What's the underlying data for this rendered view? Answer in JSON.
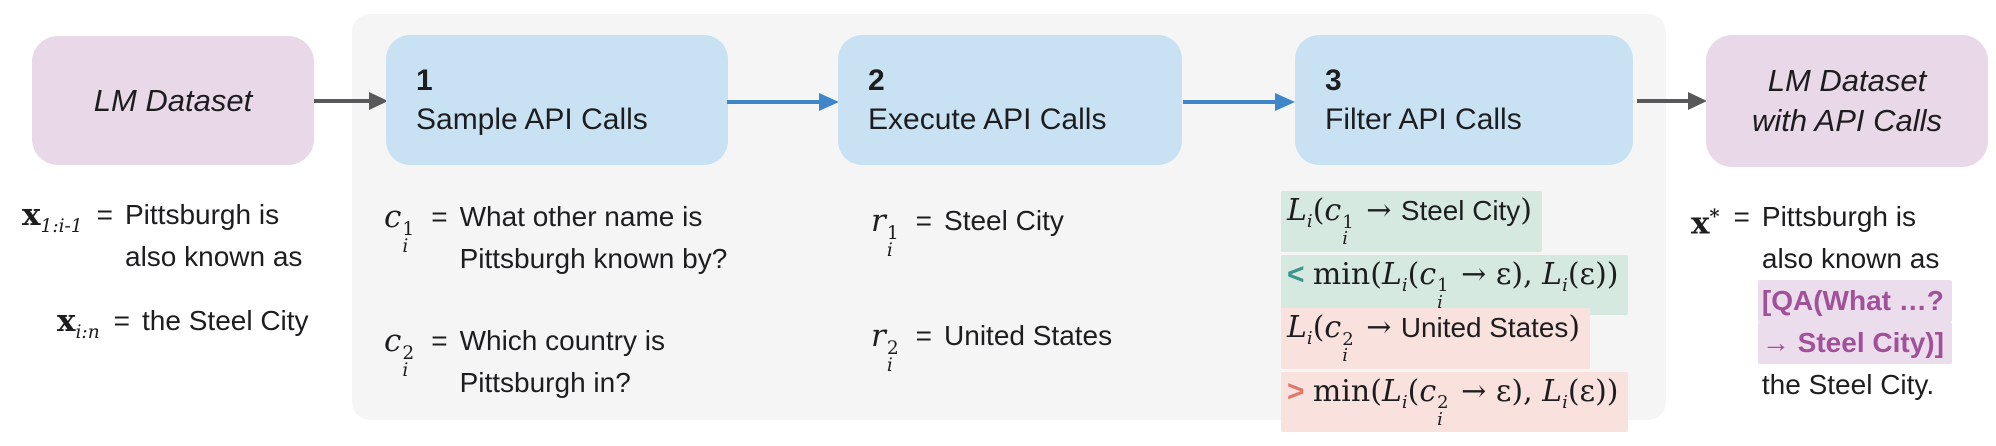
{
  "colors": {
    "pink_box": "#e8d8e8",
    "blue_box": "#c9e2f3",
    "panel": "#f5f5f6",
    "arrow_blue": "#3e86c8",
    "arrow_gray": "#58585a",
    "keep_bg": "#d5e9e1",
    "keep_cmp": "#3c948d",
    "discard_bg": "#f9e2de",
    "discard_cmp": "#e0776b",
    "api_call_bg": "#ecddec",
    "api_call_text": "#a0519a"
  },
  "symbols": {
    "eq": "="
  },
  "pipeline": {
    "input": {
      "label": "LM Dataset"
    },
    "output": {
      "line1": "LM Dataset",
      "line2": "with API Calls"
    },
    "steps": [
      {
        "number": "1",
        "label": "Sample API Calls"
      },
      {
        "number": "2",
        "label": "Execute API Calls"
      },
      {
        "number": "3",
        "label": "Filter API Calls"
      }
    ]
  },
  "annotations": {
    "input_text": {
      "row1": {
        "formula": [
          [
            "bx",
            "x"
          ],
          [
            "sub",
            "1:i-1"
          ]
        ],
        "line1": "Pittsburgh is",
        "line2": "also known as"
      },
      "row2": {
        "formula": [
          [
            "bx",
            "x"
          ],
          [
            "sub",
            "i:n"
          ]
        ],
        "line1": "the Steel City"
      }
    },
    "sample": {
      "row1": {
        "formula": [
          [
            "v",
            "c"
          ],
          [
            "ss",
            "i",
            "1"
          ]
        ],
        "line1": "What other name is",
        "line2": "Pittsburgh known by?"
      },
      "row2": {
        "formula": [
          [
            "v",
            "c"
          ],
          [
            "ss",
            "i",
            "2"
          ]
        ],
        "line1": "Which country is",
        "line2": "Pittsburgh in?"
      }
    },
    "execute": {
      "row1": {
        "formula": [
          [
            "v",
            "r"
          ],
          [
            "ss",
            "i",
            "1"
          ]
        ],
        "line1": "Steel City"
      },
      "row2": {
        "formula": [
          [
            "v",
            "r"
          ],
          [
            "ss",
            "i",
            "2"
          ]
        ],
        "line1": "United States"
      }
    },
    "filter": {
      "keep": {
        "line1": [
          [
            "v",
            "L"
          ],
          [
            "sub",
            "i"
          ],
          [
            "m",
            "("
          ],
          [
            "v",
            "c"
          ],
          [
            "ss",
            "i",
            "1"
          ],
          [
            "m",
            " → "
          ],
          [
            "t",
            "Steel City"
          ],
          [
            "m",
            ")"
          ]
        ],
        "line2": [
          [
            "lt",
            "< "
          ],
          [
            "m",
            "min("
          ],
          [
            "v",
            "L"
          ],
          [
            "sub",
            "i"
          ],
          [
            "m",
            "("
          ],
          [
            "v",
            "c"
          ],
          [
            "ss",
            "i",
            "1"
          ],
          [
            "m",
            " → ε), "
          ],
          [
            "v",
            "L"
          ],
          [
            "sub",
            "i"
          ],
          [
            "m",
            "(ε))"
          ]
        ]
      },
      "discard": {
        "line1": [
          [
            "v",
            "L"
          ],
          [
            "sub",
            "i"
          ],
          [
            "m",
            "("
          ],
          [
            "v",
            "c"
          ],
          [
            "ss",
            "i",
            "2"
          ],
          [
            "m",
            " → "
          ],
          [
            "t",
            "United States"
          ],
          [
            "m",
            ")"
          ]
        ],
        "line2": [
          [
            "gt",
            "> "
          ],
          [
            "m",
            "min("
          ],
          [
            "v",
            "L"
          ],
          [
            "sub",
            "i"
          ],
          [
            "m",
            "("
          ],
          [
            "v",
            "c"
          ],
          [
            "ss",
            "i",
            "2"
          ],
          [
            "m",
            " → ε), "
          ],
          [
            "v",
            "L"
          ],
          [
            "sub",
            "i"
          ],
          [
            "m",
            "(ε))"
          ]
        ]
      }
    },
    "output_text": {
      "formula": [
        [
          "bx",
          "x"
        ],
        [
          "sup",
          "*"
        ]
      ],
      "line1": "Pittsburgh is",
      "line2": "also known as",
      "api_call_line1": "[QA(What …?",
      "api_call_line2": "→ Steel City)]",
      "line5": "the Steel City."
    }
  }
}
